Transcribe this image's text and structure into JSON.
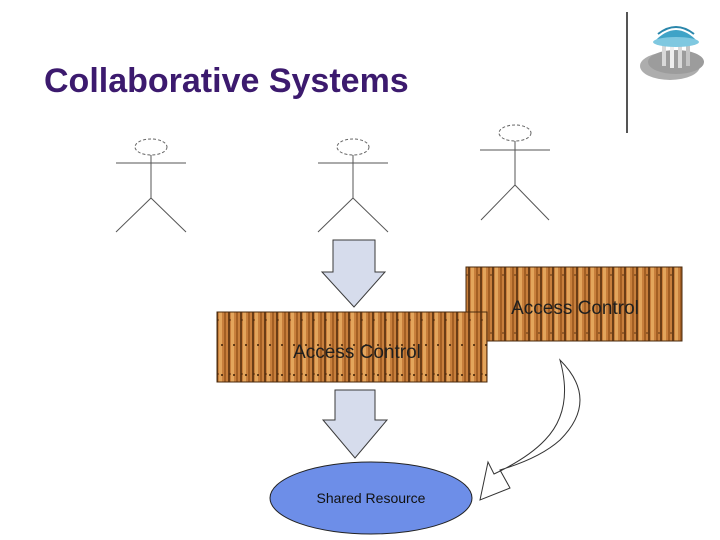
{
  "title": "Collaborative Systems",
  "access_control_right": "Access Control",
  "access_control_left": "Access Control",
  "shared_resource": "Shared Resource",
  "colors": {
    "title": "#3c1a6e",
    "arrow_fill": "#d6dcec",
    "arrow_stroke": "#3a3a3a",
    "resource_fill": "#6d8ee8",
    "fence_wood": "#c87f3c"
  },
  "icons": [
    "stick-figure-user-icon",
    "gazebo-logo-icon"
  ]
}
